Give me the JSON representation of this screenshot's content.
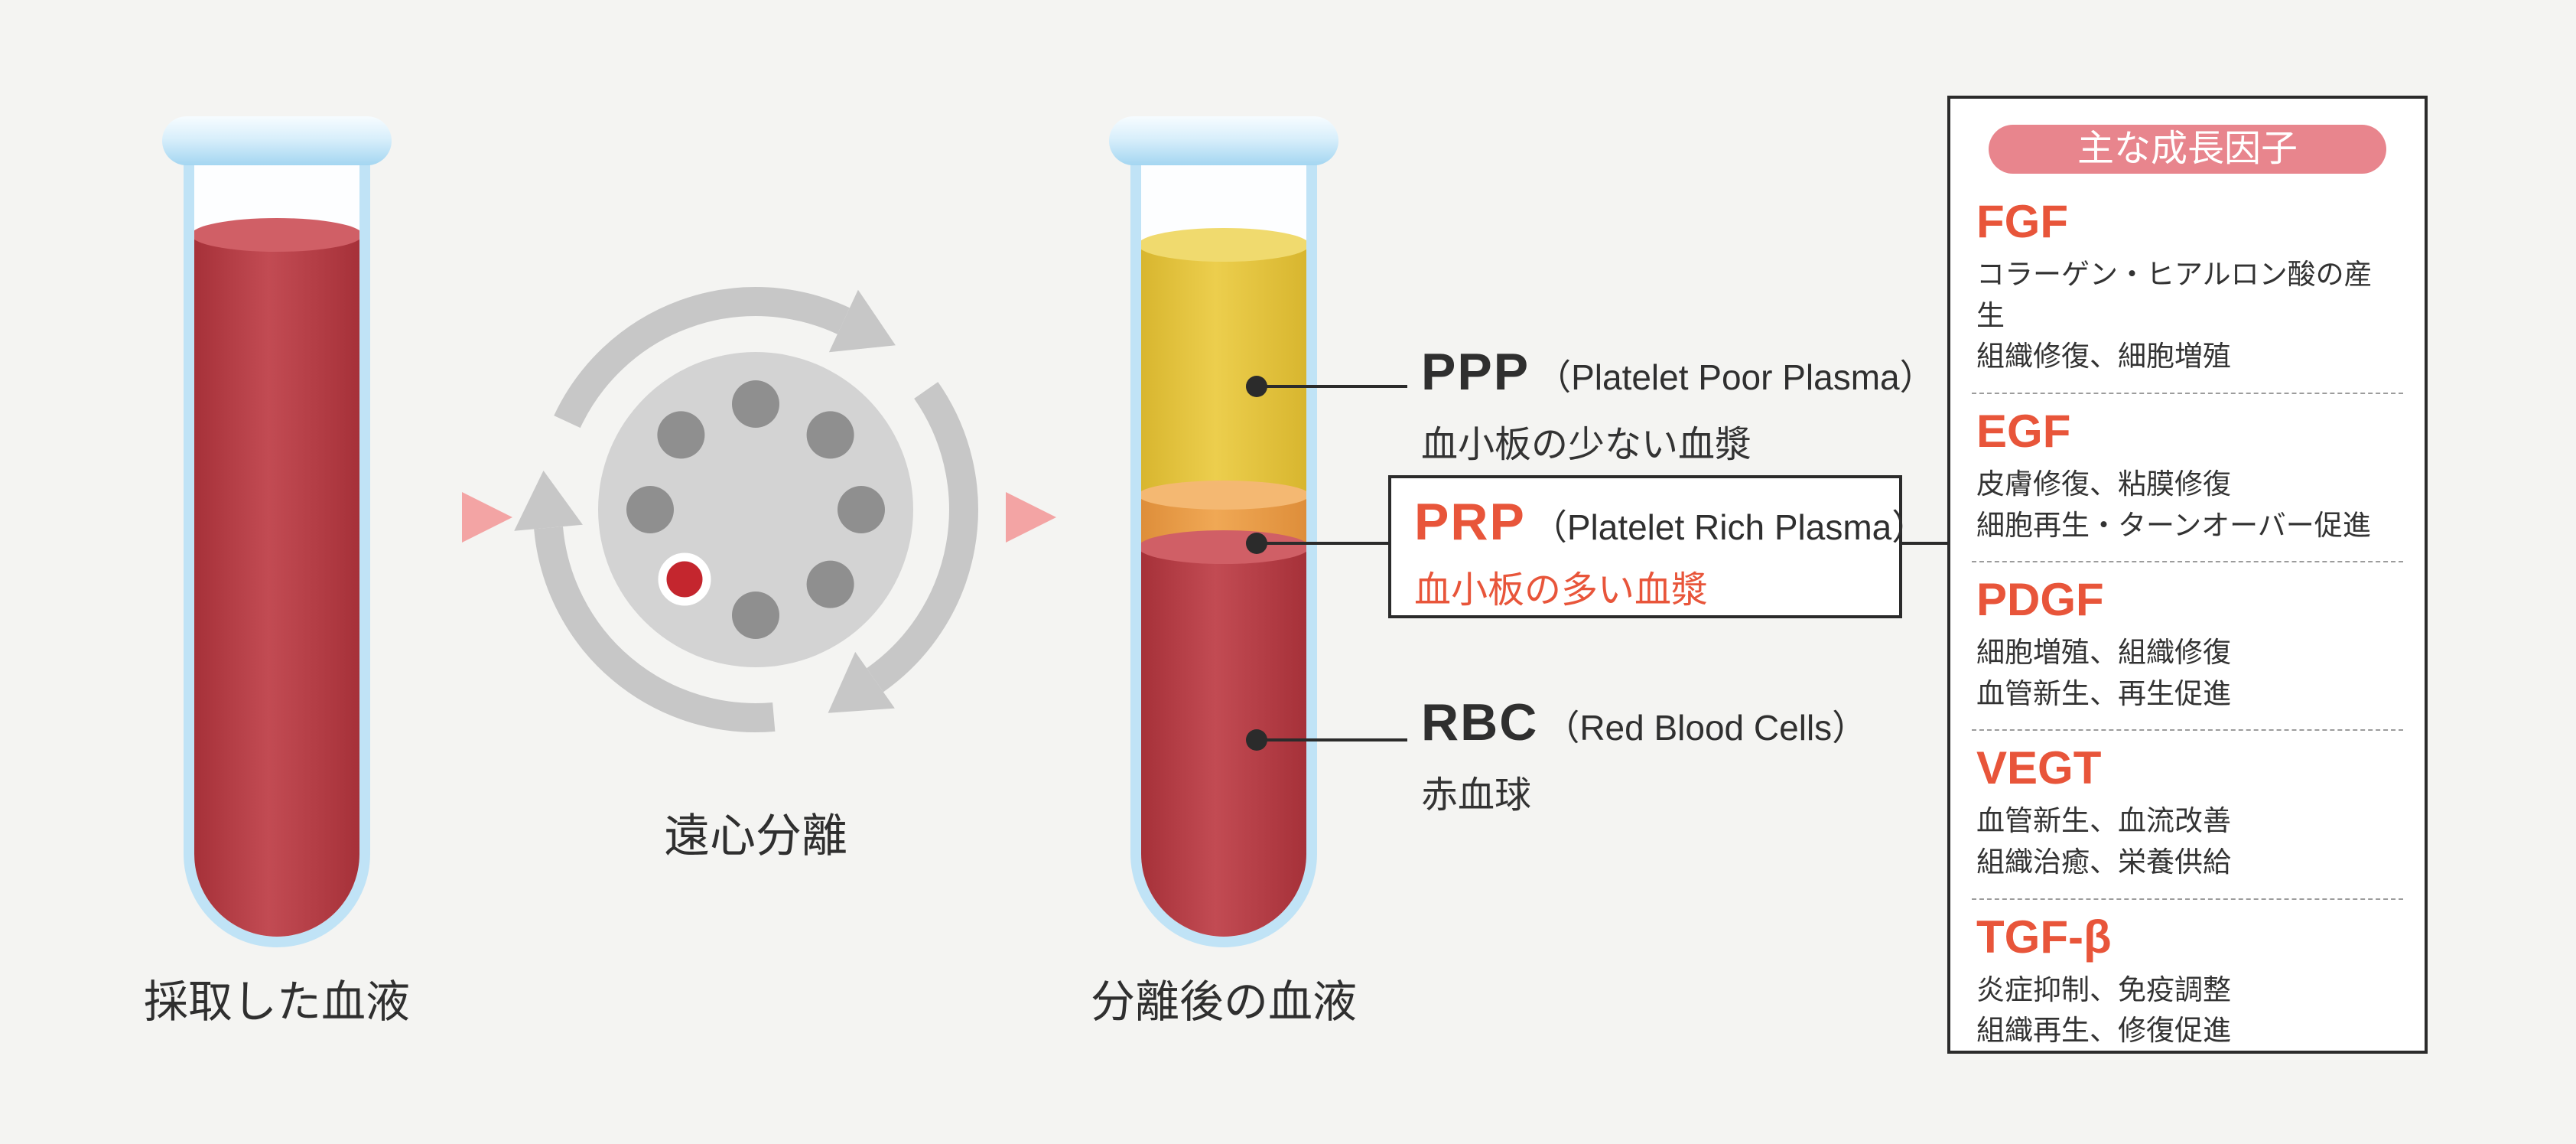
{
  "colors": {
    "background": "#f4f4f2",
    "accent_red_orange": "#e8553a",
    "pill_pink": "#e8858d",
    "flow_arrow_pink": "#f3a4a4",
    "blood_red": "#b23840",
    "plasma_yellow": "#e3c33b",
    "prp_layer_orange": "#e89a47",
    "glass_blue": "#c0e3f6",
    "centrifuge_gray": "#d3d3d3",
    "line_dark": "#2b2b2b"
  },
  "before_tube": {
    "label": "採取した血液"
  },
  "centrifuge": {
    "label": "遠心分離"
  },
  "after_tube": {
    "label": "分離後の血液"
  },
  "callouts": {
    "ppp": {
      "abbr": "PPP",
      "paren": "（Platelet Poor Plasma）",
      "desc": "血小板の少ない血漿"
    },
    "prp": {
      "abbr": "PRP",
      "paren": "（Platelet Rich Plasma）",
      "desc": "血小板の多い血漿"
    },
    "rbc": {
      "abbr": "RBC",
      "paren": "（Red Blood Cells）",
      "desc": "赤血球"
    }
  },
  "growth_panel": {
    "title": "主な成長因子",
    "factors": [
      {
        "name": "FGF",
        "desc1": "コラーゲン・ヒアルロン酸の産生",
        "desc2": "組織修復、細胞増殖"
      },
      {
        "name": "EGF",
        "desc1": "皮膚修復、粘膜修復",
        "desc2": "細胞再生・ターンオーバー促進"
      },
      {
        "name": "PDGF",
        "desc1": "細胞増殖、組織修復",
        "desc2": "血管新生、再生促進"
      },
      {
        "name": "VEGT",
        "desc1": "血管新生、血流改善",
        "desc2": "組織治癒、栄養供給"
      },
      {
        "name": "TGF-β",
        "desc1": "炎症抑制、免疫調整",
        "desc2": "組織再生、修復促進"
      }
    ]
  }
}
